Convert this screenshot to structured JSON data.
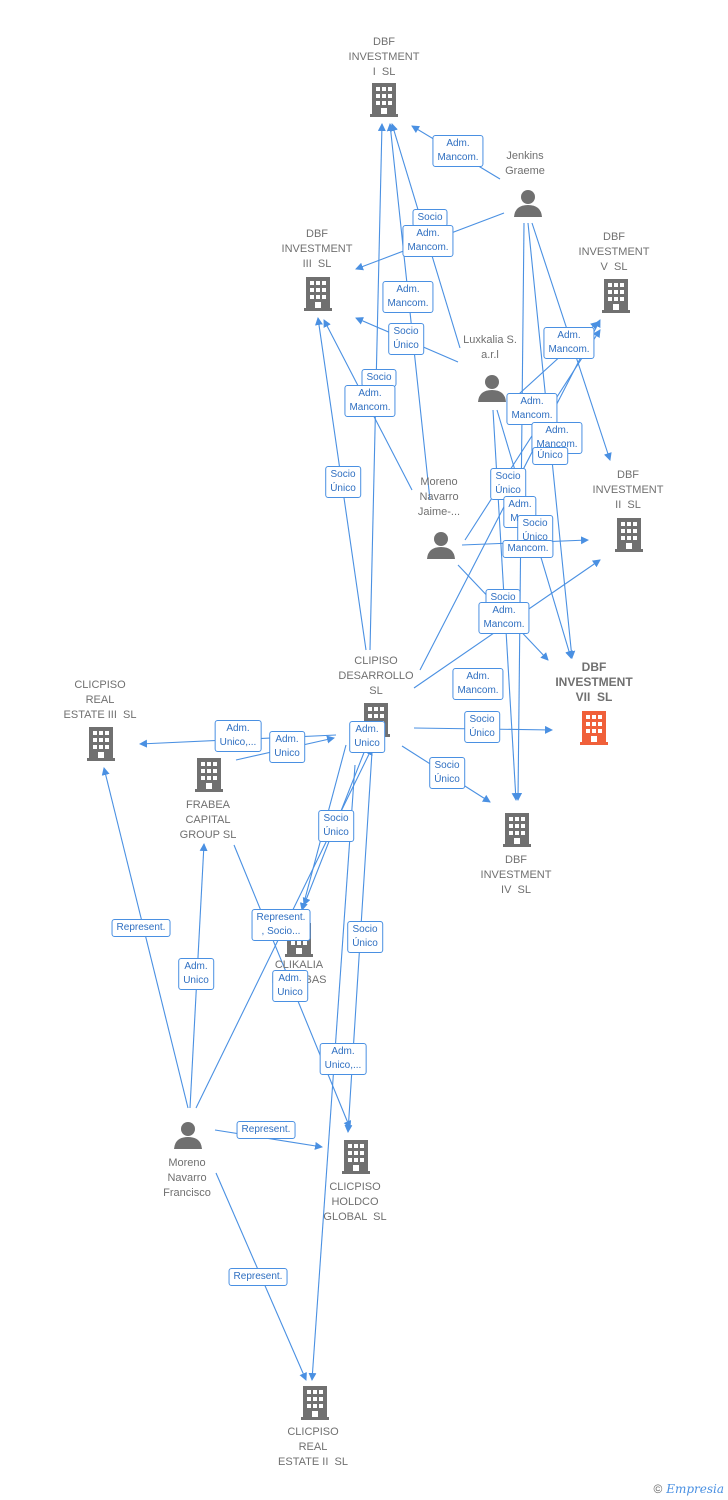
{
  "colors": {
    "edge": "#4a90e2",
    "node": "#707070",
    "focus": "#f0603a"
  },
  "nodes": [
    {
      "id": "dbf1",
      "type": "company",
      "label": "DBF\nINVESTMENT\nI  SL"
    },
    {
      "id": "dbf3",
      "type": "company",
      "label": "DBF\nINVESTMENT\nIII  SL"
    },
    {
      "id": "dbf5",
      "type": "company",
      "label": "DBF\nINVESTMENT\nV  SL"
    },
    {
      "id": "dbf2",
      "type": "company",
      "label": "DBF\nINVESTMENT\nII  SL"
    },
    {
      "id": "dbf7",
      "type": "company",
      "label": "DBF\nINVESTMENT\nVII  SL",
      "focus": true
    },
    {
      "id": "dbf4",
      "type": "company",
      "label": "DBF\nINVESTMENT\nIV  SL"
    },
    {
      "id": "jenkins",
      "type": "person",
      "label": "Jenkins\nGraeme"
    },
    {
      "id": "luxkalia",
      "type": "person",
      "label": "Luxkalia S.\na.r.l"
    },
    {
      "id": "moreno_j",
      "type": "person",
      "label": "Moreno\nNavarro\nJaime-..."
    },
    {
      "id": "clipiso_des",
      "type": "company",
      "label": "CLIPISO\nDESARROLLO\nSL"
    },
    {
      "id": "clicpiso_re3",
      "type": "company",
      "label": "CLICPISO\nREAL\nESTATE III  SL"
    },
    {
      "id": "frabea",
      "type": "company",
      "label": "FRABEA\nCAPITAL\nGROUP SL"
    },
    {
      "id": "clikalia",
      "type": "company",
      "label": "CLIKALIA\nHOMEBAS"
    },
    {
      "id": "moreno_f",
      "type": "person",
      "label": "Moreno\nNavarro\nFrancisco"
    },
    {
      "id": "clicpiso_hold",
      "type": "company",
      "label": "CLICPISO\nHOLDCO\nGLOBAL  SL"
    },
    {
      "id": "clicpiso_re2",
      "type": "company",
      "label": "CLICPISO\nREAL\nESTATE II  SL"
    }
  ],
  "edge_labels": [
    {
      "id": "l1",
      "text": "Adm.\nMancom."
    },
    {
      "id": "l2",
      "text": "Socio"
    },
    {
      "id": "l3",
      "text": "Adm.\nMancom."
    },
    {
      "id": "l4",
      "text": "Adm.\nMancom."
    },
    {
      "id": "l5",
      "text": "Socio\nÚnico"
    },
    {
      "id": "l6",
      "text": "Adm.\nMancom."
    },
    {
      "id": "l7",
      "text": "Socio"
    },
    {
      "id": "l8",
      "text": "Adm.\nMancom."
    },
    {
      "id": "l9",
      "text": "Adm.\nMancom."
    },
    {
      "id": "l10",
      "text": "Adm.\nMancom."
    },
    {
      "id": "l11",
      "text": "Único"
    },
    {
      "id": "l12",
      "text": "Socio\nÚnico"
    },
    {
      "id": "l13",
      "text": "Socio\nÚnico"
    },
    {
      "id": "l14",
      "text": "Adm.\nMan"
    },
    {
      "id": "l15",
      "text": "Socio\nÚnico"
    },
    {
      "id": "l16",
      "text": "Mancom."
    },
    {
      "id": "l17",
      "text": "Socio"
    },
    {
      "id": "l18",
      "text": "Adm.\nMancom."
    },
    {
      "id": "l19",
      "text": "Adm.\nMancom."
    },
    {
      "id": "l20",
      "text": "Socio\nÚnico"
    },
    {
      "id": "l21",
      "text": "Adm.\nUnico,..."
    },
    {
      "id": "l22",
      "text": "Adm.\nUnico"
    },
    {
      "id": "l23",
      "text": "Adm.\nUnico"
    },
    {
      "id": "l24",
      "text": "Socio\nÚnico"
    },
    {
      "id": "l25",
      "text": "Socio\nÚnico"
    },
    {
      "id": "l26",
      "text": "Represent.\n, Socio..."
    },
    {
      "id": "l27",
      "text": "Represent."
    },
    {
      "id": "l28",
      "text": "Adm.\nUnico"
    },
    {
      "id": "l29",
      "text": "Adm.\nUnico"
    },
    {
      "id": "l30",
      "text": "Socio\nÚnico"
    },
    {
      "id": "l31",
      "text": "Adm.\nUnico,..."
    },
    {
      "id": "l32",
      "text": "Represent."
    },
    {
      "id": "l33",
      "text": "Represent."
    }
  ],
  "footer": {
    "copyright": "©",
    "brand": "Empresia"
  }
}
